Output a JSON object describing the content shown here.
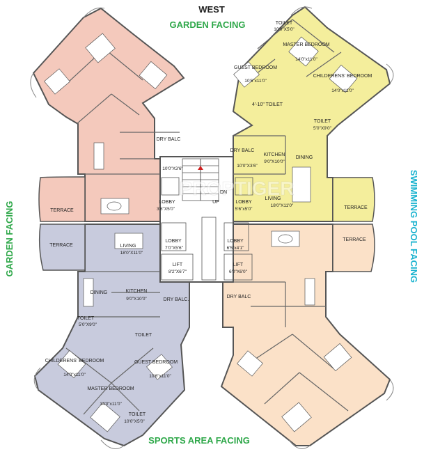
{
  "facings": {
    "top_heading": "WEST",
    "top": "GARDEN FACING",
    "left": "GARDEN FACING",
    "right": "SWIMMING POOL FACING",
    "bottom": "SPORTS AREA FACING"
  },
  "colors": {
    "pink": "#f4c9bc",
    "yellow": "#f4ee9c",
    "blue": "#c8cbdd",
    "peach": "#fbe1c8",
    "core": "#ffffff",
    "green_text": "#2fa84a",
    "cyan_text": "#1ab3cf"
  },
  "rooms": {
    "nw": {
      "dry_balc": "DRY BALC",
      "dry_dim": "10'0\"X3'6\"",
      "lobby": "LOBBY",
      "lobby_dim": "3'6\"X5'0\"",
      "terrace": "TERRACE"
    },
    "ne": {
      "toilet_top": "TOILET",
      "toilet_top_dim": "10'0\"X5'0\"",
      "master": "MASTER BEDROOM",
      "master_dim": "14'0\"x11'0\"",
      "guest": "GUEST BEDROOM",
      "guest_dim": "10'6\"x11'0\"",
      "children": "CHILDERENS' BEDROOM",
      "children_dim": "14'0\"x11'0\"",
      "toilet_mid": "4'-10\" TOILET",
      "toilet_right": "TOILET",
      "toilet_right_dim": "5'0\"X9'0\"",
      "dry_balc": "DRY BALC",
      "dry_dim": "10'0\"X3'6\"",
      "kitchen": "KITCHEN",
      "kitchen_dim": "9'0\"X10'0\"",
      "dining": "DINING",
      "living": "LIVING",
      "living_dim": "18'0\"X11'0\"",
      "lobby": "LOBBY",
      "lobby_dim": "5'6\"x5'0\"",
      "terrace": "TERRACE"
    },
    "sw": {
      "terrace": "TERRACE",
      "living": "LIVING",
      "living_dim": "18'0\"X11'0\"",
      "dining": "DINING",
      "kitchen": "KITCHEN",
      "kitchen_dim": "9'0\"X10'0\"",
      "dry_balc": "DRY BALC.",
      "toilet_left": "TOILET",
      "toilet_left_dim": "5'0\"X9'0\"",
      "toilet_mid": "TOILET",
      "children": "CHILDERENS' BEDROOM",
      "children_dim": "14'0\"x11'0\"",
      "guest": "GUEST BEDROOM",
      "guest_dim": "10'6\"x11'0\"",
      "master": "MASTER BEDROOM",
      "master_dim": "14'0\"x11'0\"",
      "toilet_bottom": "TOILET",
      "toilet_bottom_dim": "10'0\"X5'0\"",
      "lobby": "LOBBY",
      "lobby_dim": "7'0\"X5'6\""
    },
    "se": {
      "terrace": "TERRACE",
      "dry_balc": "DRY BALC",
      "lobby": "LOBBY",
      "lobby_dim": "6'5\"x4'1\""
    },
    "core": {
      "lift_left": "LIFT",
      "lift_left_dim": "8'2\"X6'7\"",
      "lift_right": "LIFT",
      "lift_right_dim": "6'0\"X6'0\"",
      "dn": "DN",
      "up": "UP"
    }
  },
  "watermark": "PROPTIGER"
}
